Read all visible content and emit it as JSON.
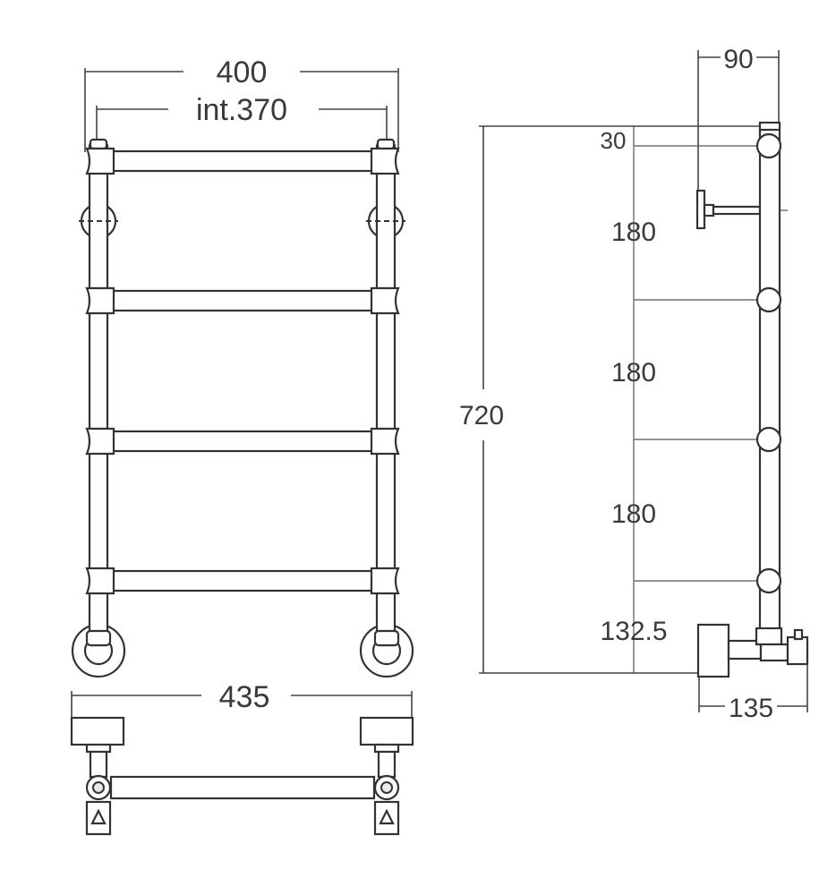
{
  "dimensions": {
    "overall_width": "400",
    "internal_width": "int.370",
    "base_width": "435",
    "wall_offset": "90",
    "top_spacing": "30",
    "bar_spacing_1": "180",
    "bar_spacing_2": "180",
    "bar_spacing_3": "180",
    "bottom_spacing": "132.5",
    "total_height": "720",
    "valve_depth": "135"
  }
}
